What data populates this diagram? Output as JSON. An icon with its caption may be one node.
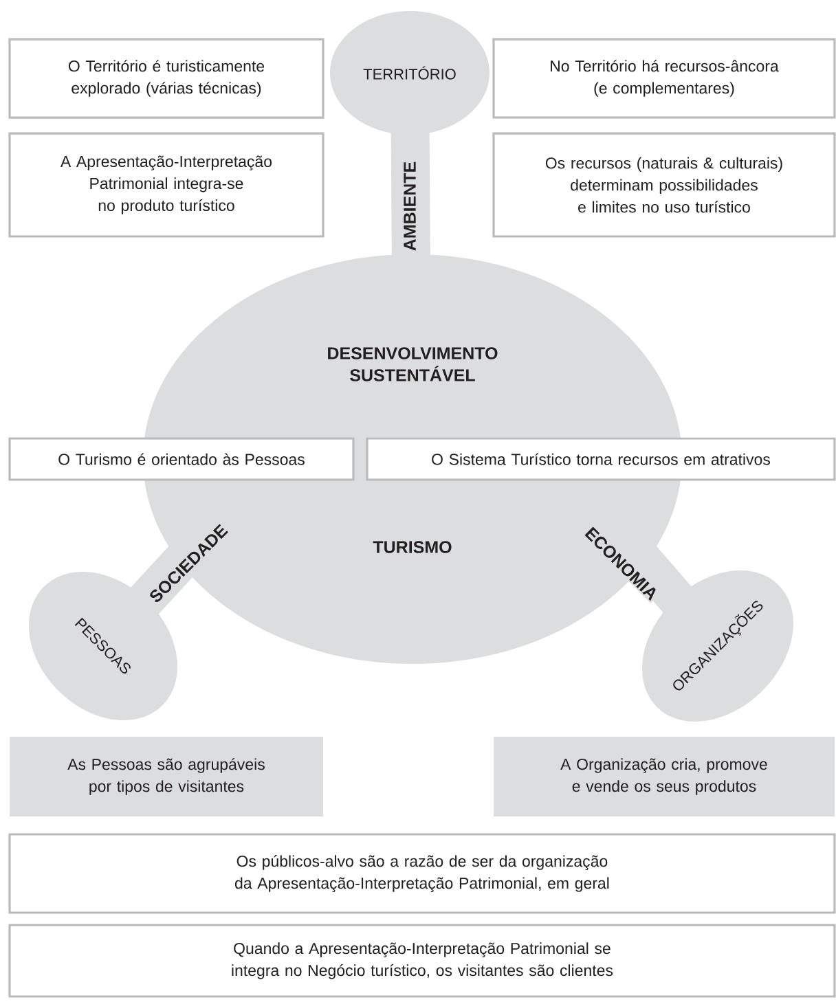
{
  "diagram": {
    "nodes": [
      {
        "text": [
          "O Território é turisticamente explorado (várias técnicas)"
        ]
      },
      {
        "text": [
          "TERRITÓRIO"
        ]
      },
      {
        "text": [
          "No Território há recursos-âncora (e complementares)"
        ]
      },
      {
        "text": [
          "A Apresentação-Interpretação Patrimonial integra-se no produto turístico"
        ]
      },
      {
        "text": [
          "Os recursos (naturais & culturais) determinam possibilidades e limites no uso turístico"
        ]
      },
      {
        "text": [
          "DESENVOLVIMENTO SUSTENTÁVEL",
          "TURISMO"
        ]
      },
      {
        "text": [
          "O Turismo é orientado às Pessoas"
        ]
      },
      {
        "text": [
          "O Sistema Turístico torna recursos em atrativos"
        ]
      },
      {
        "text": [
          "PESSOAS"
        ]
      },
      {
        "text": [
          "ORGANIZAÇÕES"
        ]
      },
      {
        "text": [
          "As Pessoas são agrupáveis por tipos de visitantes"
        ]
      },
      {
        "text": [
          "A Organização cria, promove e vende os seus produtos"
        ]
      },
      {
        "text": [
          "Os públicos-alvo são a razão de ser da organização da Apresentação-Interpretação Patrimonial, em geral"
        ]
      },
      {
        "text": [
          "Quando a Apresentação-Interpretação Patrimonial se integra no Negócio turístico, os visitantes são clientes"
        ]
      }
    ],
    "edges": [
      {
        "from": 5,
        "to": 1,
        "arrow": "none",
        "label": "AMBIENTE"
      },
      {
        "from": 5,
        "to": 8,
        "arrow": "none",
        "label": "SOCIEDADE"
      },
      {
        "from": 5,
        "to": 9,
        "arrow": "none",
        "label": "ECONOMIA"
      }
    ]
  }
}
